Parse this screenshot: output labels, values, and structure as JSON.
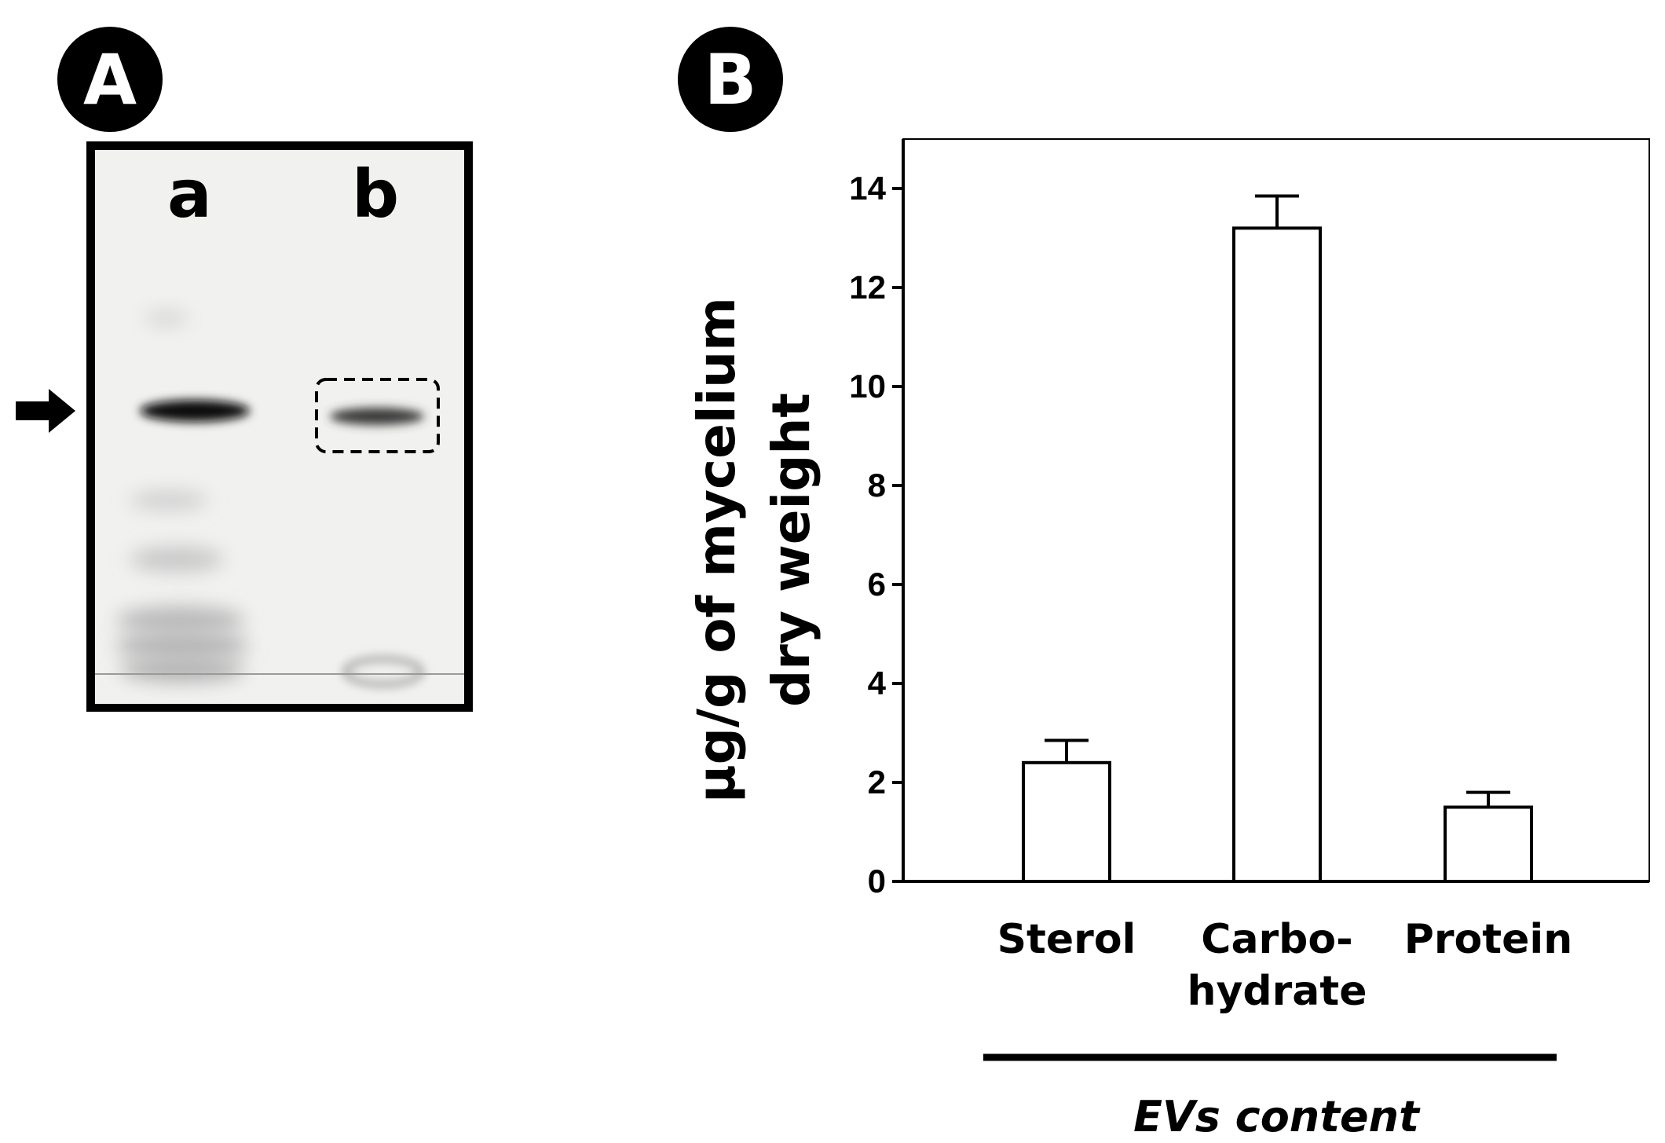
{
  "panels": {
    "a_label": "A",
    "b_label": "B"
  },
  "gel": {
    "lane_labels": [
      "a",
      "b"
    ]
  },
  "chart_data": {
    "type": "bar",
    "categories": [
      [
        "Sterol"
      ],
      [
        "Carbo-",
        "hydrate"
      ],
      [
        "Protein"
      ]
    ],
    "values": [
      2.4,
      13.2,
      1.5
    ],
    "errors": [
      0.45,
      0.65,
      0.3
    ],
    "ylabel_lines": [
      "μg/g of mycelium",
      "dry weight"
    ],
    "group_label": "EVs content",
    "ylim": [
      0,
      15
    ],
    "yticks": [
      0,
      2,
      4,
      6,
      8,
      10,
      12,
      14
    ],
    "grid": false,
    "bar_fill": "#ffffff",
    "bar_stroke": "#000000"
  }
}
